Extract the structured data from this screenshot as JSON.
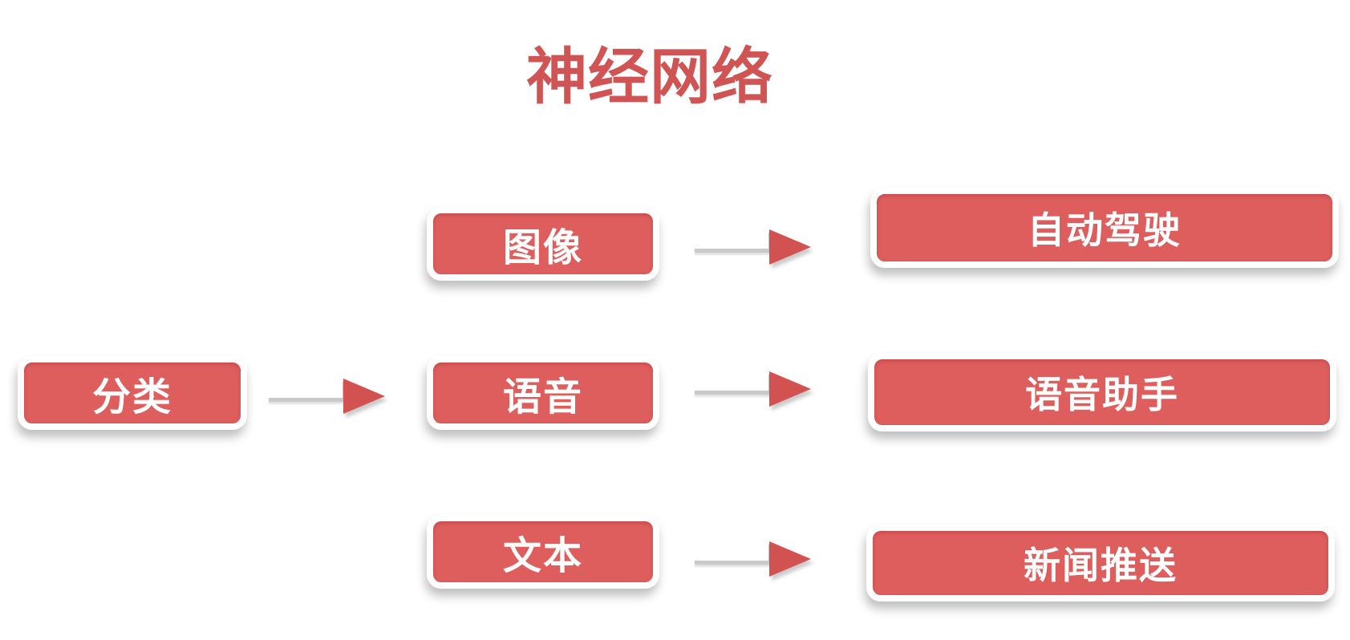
{
  "title": "神经网络",
  "colors": {
    "background": "#FFFFFF",
    "title_text": "#D05454",
    "node_fill": "#DE5D5D",
    "node_border": "#FFFFFF",
    "node_text": "#FFFFFF",
    "arrow_line": "#C9C9C9",
    "arrow_head": "#D25252"
  },
  "nodes": {
    "root": {
      "label": "分类"
    },
    "middle": [
      {
        "label": "图像"
      },
      {
        "label": "语音"
      },
      {
        "label": "文本"
      }
    ],
    "right": [
      {
        "label": "自动驾驶"
      },
      {
        "label": "语音助手"
      },
      {
        "label": "新闻推送"
      }
    ]
  },
  "edges": [
    {
      "from": "分类",
      "to": "语音"
    },
    {
      "from": "图像",
      "to": "自动驾驶"
    },
    {
      "from": "语音",
      "to": "语音助手"
    },
    {
      "from": "文本",
      "to": "新闻推送"
    }
  ]
}
